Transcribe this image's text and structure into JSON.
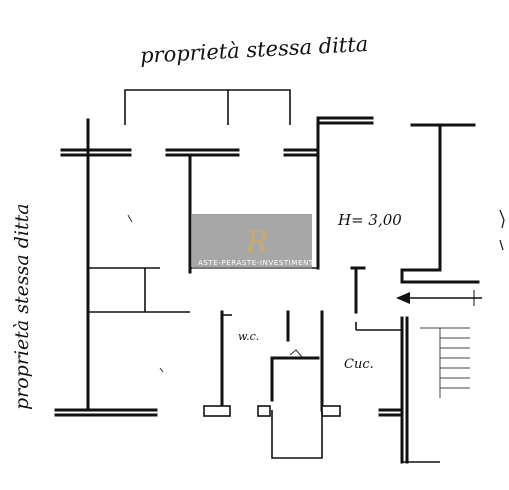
{
  "annotations": {
    "top_note": "proprietà stessa ditta",
    "left_note": "proprietà stessa ditta",
    "height_label": "H= 3,00",
    "wc_label": "w.c.",
    "room_label": "Cuc."
  },
  "watermark": {
    "brand_text": "ASTE-PERASTE-INVESTIMENTI",
    "logo_letters": "R",
    "colors": {
      "panel": "#8a8a8a",
      "logo_gold": "#c9a96e"
    }
  },
  "colors": {
    "ink": "#111111",
    "background": "#ffffff"
  }
}
